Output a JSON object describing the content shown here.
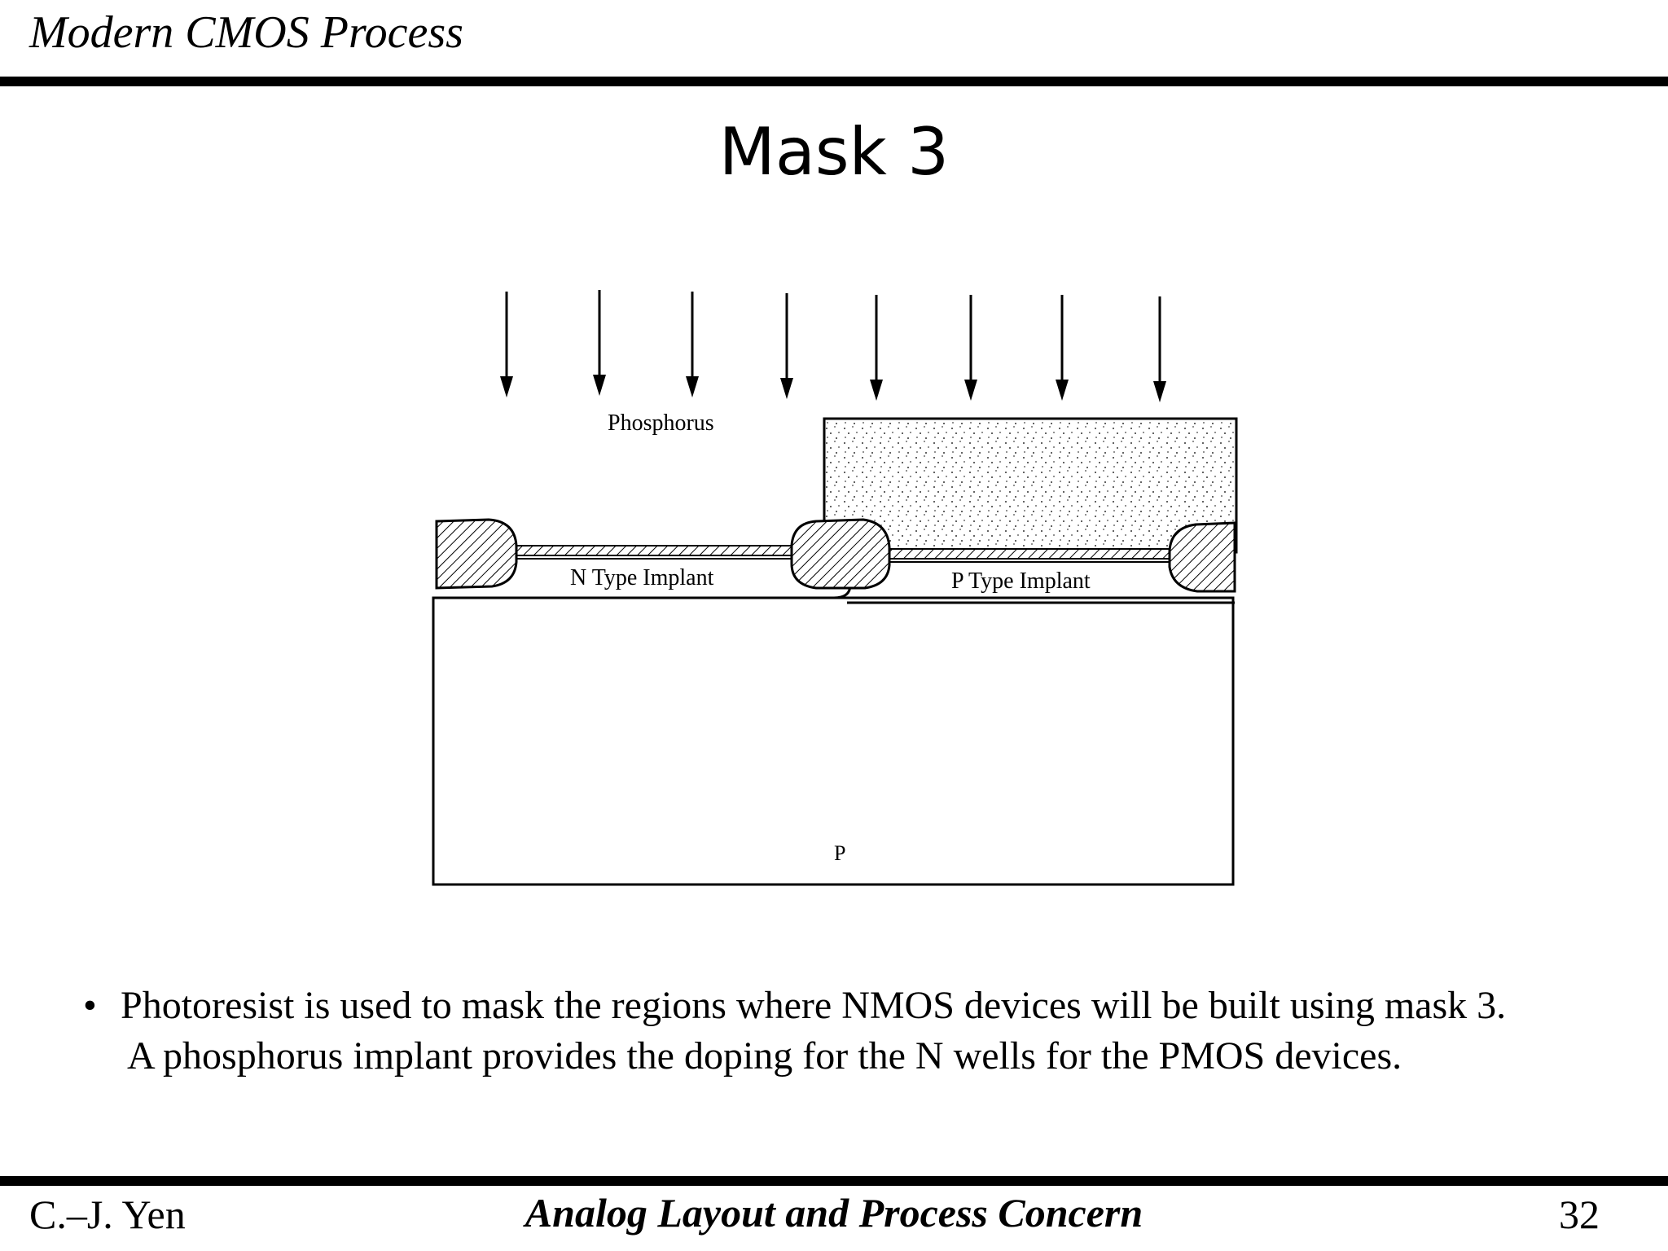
{
  "header": {
    "title": "Modern CMOS Process"
  },
  "slide": {
    "title": "Mask 3"
  },
  "diagram": {
    "implant_label": "Phosphorus",
    "n_region_label": "N Type Implant",
    "p_region_label": "P Type Implant",
    "substrate_label": "P",
    "arrow_count": 8
  },
  "bullet": {
    "symbol": "•",
    "line1": "Photoresist is used to mask the regions where NMOS devices will be built using mask 3.",
    "line2": "A phosphorus implant provides the doping for the N wells for the PMOS devices."
  },
  "footer": {
    "author": "C.–J. Yen",
    "course": "Analog Layout and Process Concern",
    "page": "32"
  }
}
